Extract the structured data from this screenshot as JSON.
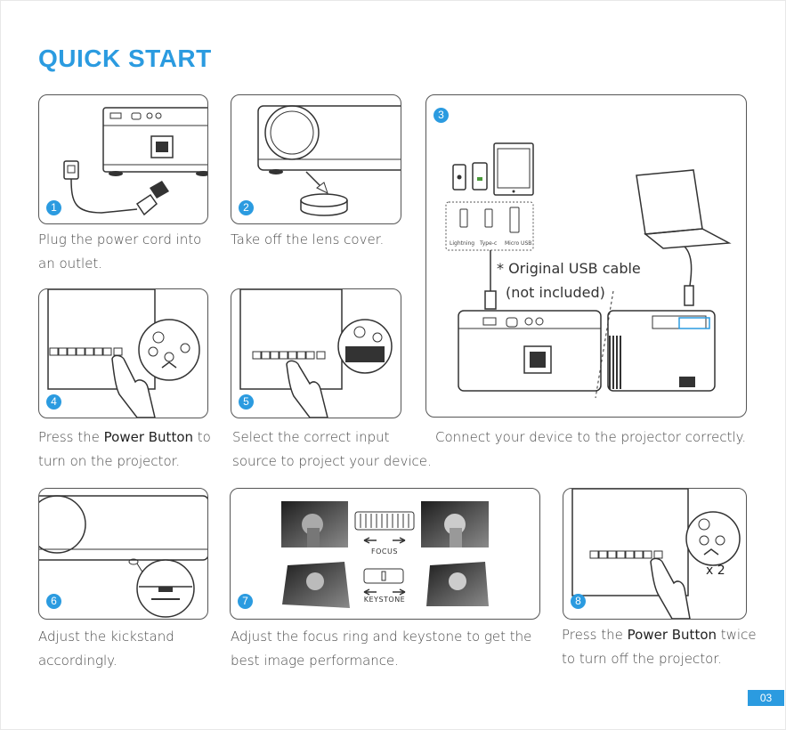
{
  "page": {
    "title": "QUICK START",
    "page_number": "03",
    "accent_color": "#2b9be0"
  },
  "steps": [
    {
      "number": "1",
      "caption_line1": "Plug the power cord into",
      "caption_line2": "an outlet."
    },
    {
      "number": "2",
      "caption_line1": "Take off the lens cover.",
      "caption_line2": ""
    },
    {
      "number": "3",
      "caption_line1": "Connect your device to the projector correctly.",
      "caption_line2": ""
    },
    {
      "number": "4",
      "caption_pre": "Press the ",
      "caption_bold": "Power Button",
      "caption_post": " to",
      "caption_line2": "turn on the projector."
    },
    {
      "number": "5",
      "caption_line1": "Select the correct input",
      "caption_line2": "source to project your device."
    },
    {
      "number": "6",
      "caption_line1": "Adjust the kickstand",
      "caption_line2": "accordingly."
    },
    {
      "number": "7",
      "caption_line1": "Adjust the focus ring and keystone to get the",
      "caption_line2": "best image performance."
    },
    {
      "number": "8",
      "caption_pre": "Press the ",
      "caption_bold": "Power Button",
      "caption_post": " twice",
      "caption_line2": "to turn off the projector."
    }
  ],
  "step3": {
    "cable_note_line1": "* Original USB cable",
    "cable_note_line2": "(not included)",
    "connectors": [
      "Lightning",
      "Type-c",
      "Micro USB"
    ]
  },
  "step7": {
    "focus_label": "FOCUS",
    "keystone_label": "KEYSTONE"
  },
  "step8": {
    "press_count": "x 2"
  }
}
